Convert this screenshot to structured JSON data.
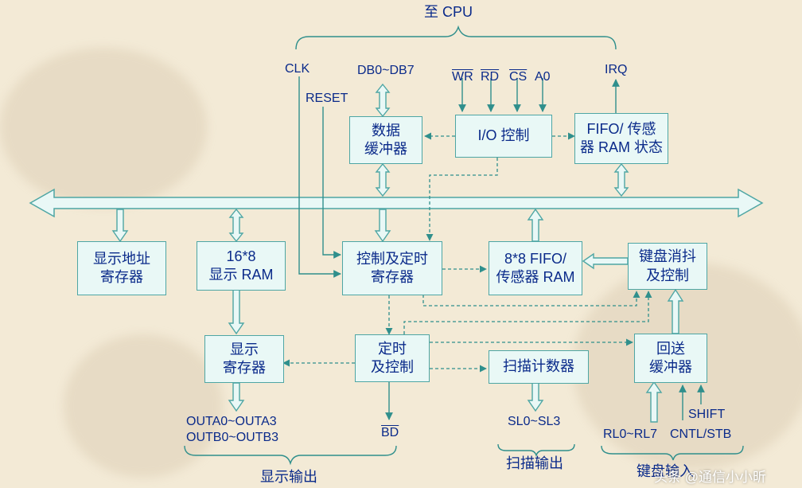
{
  "top_label": "至 CPU",
  "signals": {
    "clk": "CLK",
    "db": "DB0~DB7",
    "reset": "RESET",
    "wr": "WR",
    "rd": "RD",
    "cs": "CS",
    "a0": "A0",
    "irq": "IRQ",
    "bd": "BD",
    "outa": "OUTA0~OUTA3",
    "outb": "OUTB0~OUTB3",
    "sl": "SL0~SL3",
    "rl": "RL0~RL7",
    "cntl": "CNTL/STB",
    "shift": "SHIFT"
  },
  "blocks": {
    "data_buffer": [
      "数据",
      "缓冲器"
    ],
    "io_control": [
      "I/O 控制"
    ],
    "fifo_status": [
      "FIFO/ 传感",
      "器 RAM 状态"
    ],
    "display_addr": [
      "显示地址",
      "寄存器"
    ],
    "display_ram": [
      "16*8",
      "显示 RAM"
    ],
    "ctrl_timing": [
      "控制及定时",
      "寄存器"
    ],
    "fifo_ram": [
      "8*8 FIFO/",
      "传感器 RAM"
    ],
    "debounce": [
      "键盘消抖",
      "及控制"
    ],
    "display_reg": [
      "显示",
      "寄存器"
    ],
    "timing_ctrl": [
      "定时",
      "及控制"
    ],
    "scan_counter": [
      "扫描计数器"
    ],
    "return_buffer": [
      "回送",
      "缓冲器"
    ]
  },
  "groups": {
    "display_output": "显示输出",
    "scan_output": "扫描输出",
    "keyboard_input": "键盘输入"
  },
  "watermark": "头条 @通信小小昕",
  "colors": {
    "background": "#f3ead6",
    "box_fill": "#e9f8f6",
    "box_border": "#4ea6a4",
    "line": "#2f8f8c",
    "text": "#0a2a8a"
  }
}
